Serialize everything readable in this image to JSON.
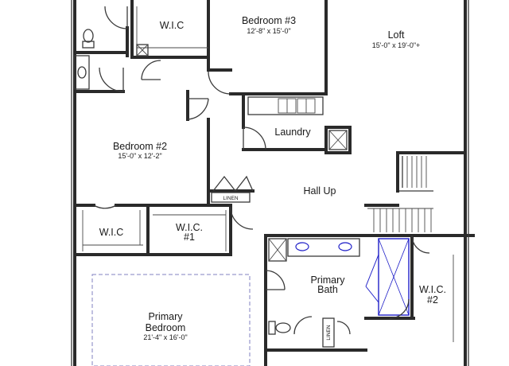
{
  "rooms": {
    "wic_top": {
      "name": "W.I.C"
    },
    "bedroom3": {
      "name": "Bedroom #3",
      "dims": "12'-8\" x 15'-0\""
    },
    "loft": {
      "name": "Loft",
      "dims": "15'-0\" x 19'-0\"+"
    },
    "laundry": {
      "name": "Laundry"
    },
    "bedroom2": {
      "name": "Bedroom #2",
      "dims": "15'-0\" x 12'-2\""
    },
    "hall_up": {
      "name": "Hall Up"
    },
    "linen_hall": {
      "name": "LINEN"
    },
    "wic_left": {
      "name": "W.I.C"
    },
    "wic1": {
      "name": "W.I.C.",
      "number": "#1"
    },
    "primary_bath": {
      "name": "Primary",
      "name2": "Bath"
    },
    "wic2": {
      "name": "W.I.C.",
      "number": "#2"
    },
    "primary_bedroom": {
      "name": "Primary",
      "name2": "Bedroom",
      "dims": "21'-4\" x 16'-0\""
    },
    "linen_bath": {
      "name": "LINEN"
    }
  },
  "colors": {
    "wall": "#2a2a2a",
    "tray_ceiling": "#8080c0",
    "shower": "#2020c8"
  }
}
